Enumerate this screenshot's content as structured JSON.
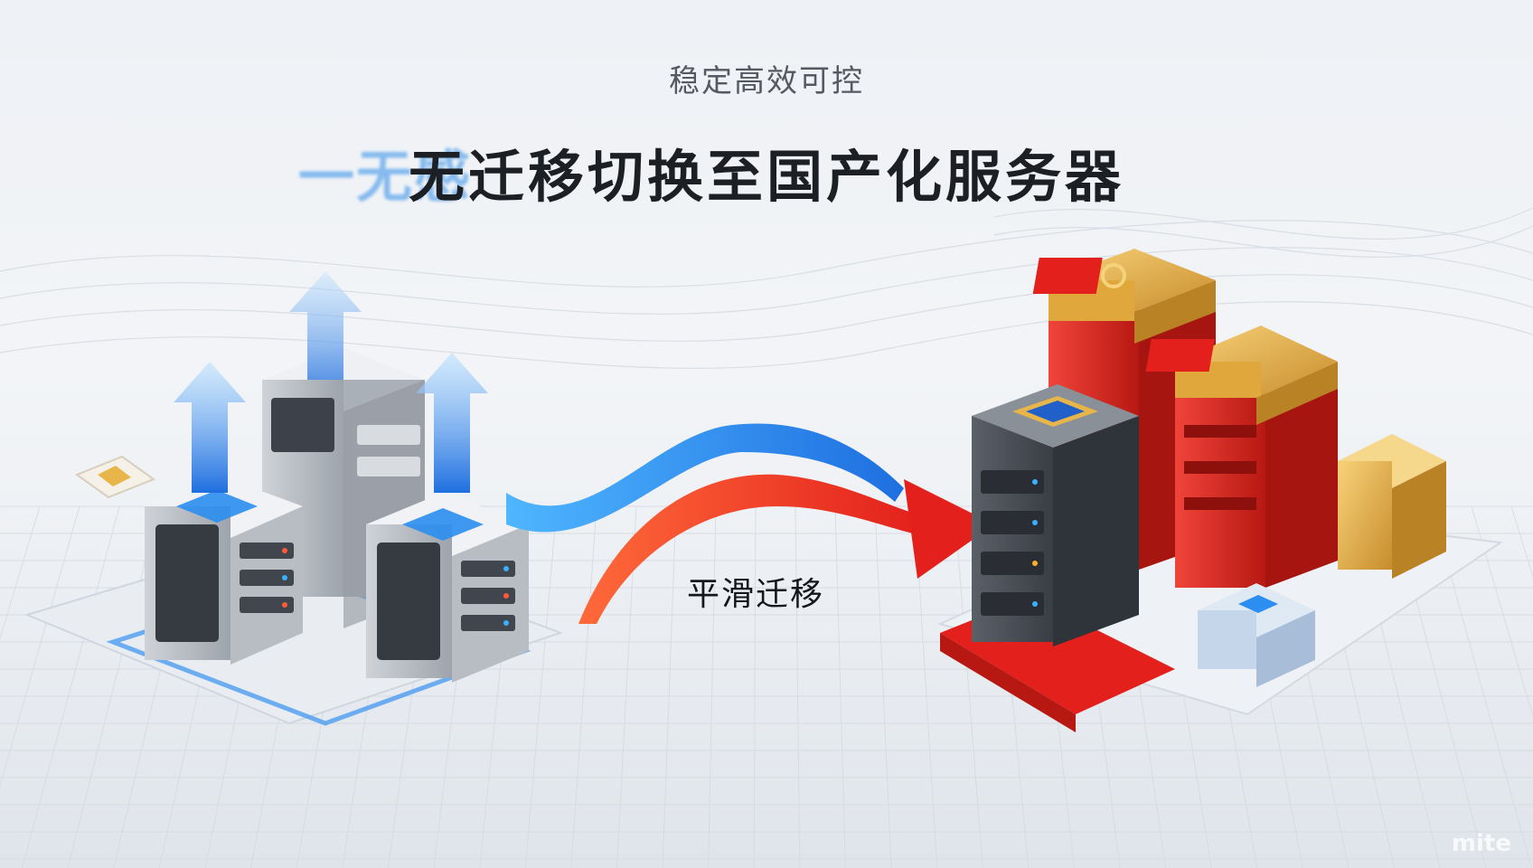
{
  "header": {
    "subtitle": "稳定高效可控",
    "ghost_text": "一无感",
    "title": "无迁移切换至国产化服务器"
  },
  "center": {
    "migrate_label": "平滑迁移"
  },
  "watermark": "mite",
  "colors": {
    "legacy_blue": "#2b8ef0",
    "domestic_red": "#e02a22",
    "domestic_gold": "#e7b54a",
    "server_gray": "#5b6068"
  },
  "icons": {
    "legacy_cluster": "legacy-server-cluster",
    "domestic_cluster": "domestic-server-cluster",
    "flow": "migration-ribbon-arrow"
  }
}
